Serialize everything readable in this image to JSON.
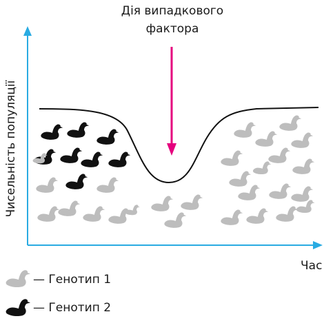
{
  "factor_label": {
    "line1": "Дія випадкового",
    "line2": "фактора"
  },
  "axes": {
    "y_label": "Чисельність популяції",
    "x_label": "Час"
  },
  "legend": [
    {
      "label": "— Генотип 1",
      "color": "#bdbdbd"
    },
    {
      "label": "— Генотип 2",
      "color": "#111111"
    }
  ],
  "colors": {
    "axis": "#29abe2",
    "arrow": "#e5007e",
    "curve": "#111111",
    "genotype1": "#bdbdbd",
    "genotype2": "#111111"
  },
  "icons": {
    "axis_arrows": "axis-arrow-icon",
    "duck": "duck-icon",
    "factor": "down-arrow-icon"
  },
  "population_counts": {
    "before": {
      "genotype1": 8,
      "genotype2": 8
    },
    "bottleneck": {
      "genotype1": 3,
      "genotype2": 0
    },
    "after": {
      "genotype1": 16,
      "genotype2": 0
    }
  }
}
